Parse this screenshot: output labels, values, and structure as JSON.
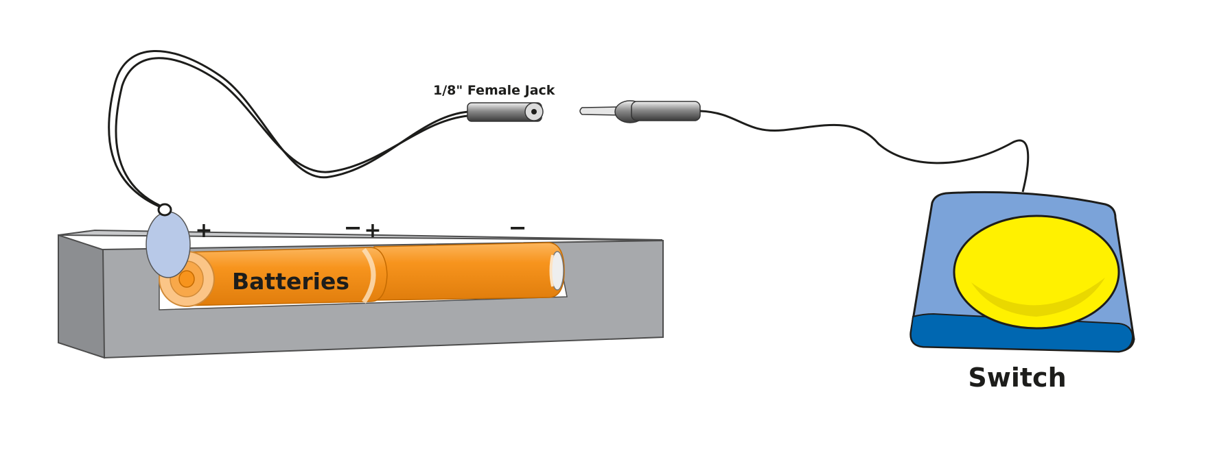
{
  "labels": {
    "jack": "1/8\" Female Jack",
    "batteries": "Batteries",
    "switch": "Switch"
  },
  "polarity": {
    "battery1_positive": "+",
    "battery1_negative": "−",
    "battery2_positive": "+",
    "battery2_negative": "−"
  },
  "colors": {
    "battery_orange": "#f7941d",
    "battery_end": "#fbc587",
    "holder_front": "#a7a9ac",
    "holder_side": "#8c8e91",
    "contact_plate": "#b8c9e8",
    "switch_base": "#7ba3d9",
    "switch_base_lip": "#0067b1",
    "switch_button": "#fff100",
    "cable": "#1d1d1b"
  }
}
